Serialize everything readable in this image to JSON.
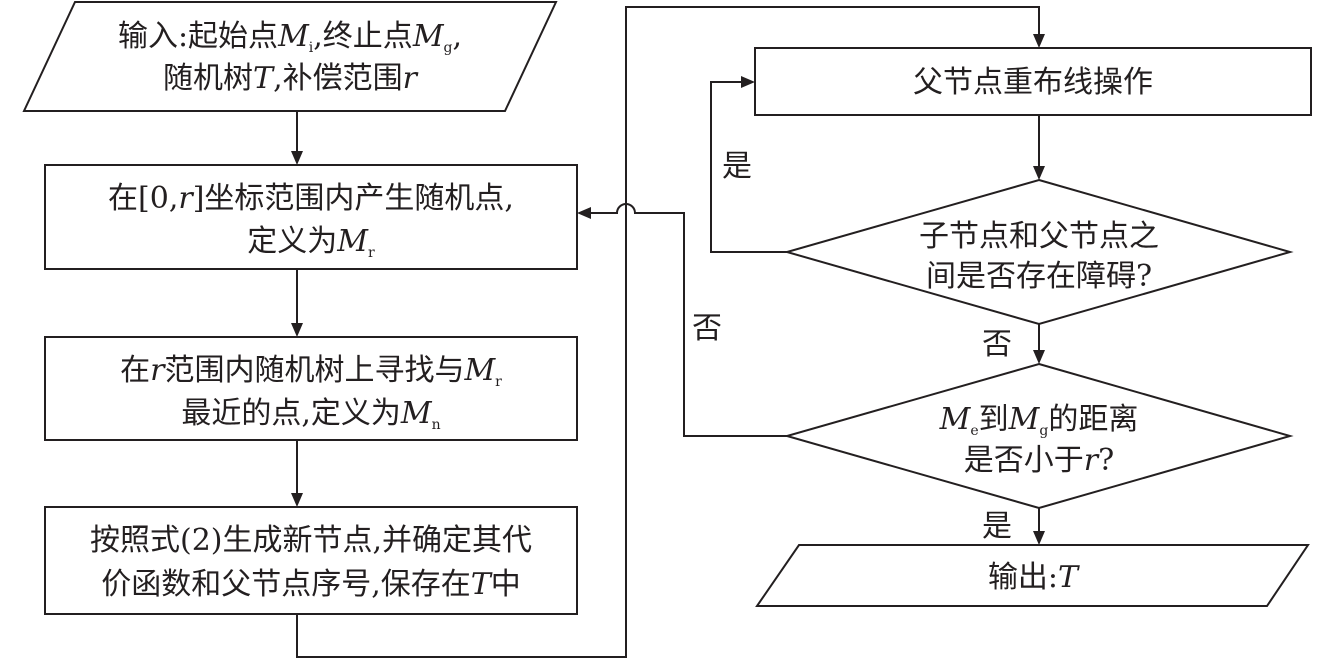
{
  "nodes": {
    "input": {
      "line1": [
        "输入:起始点",
        "M",
        "i",
        ",终止点",
        "M",
        "g",
        ","
      ],
      "line2": [
        "随机树",
        "T",
        ",补偿范围",
        "r"
      ]
    },
    "random_point": {
      "line1": [
        "在[0,",
        "r",
        "]坐标范围内产生随机点,"
      ],
      "line2": [
        "定义为",
        "M",
        "r"
      ]
    },
    "nearest": {
      "line1": [
        "在",
        "r",
        "范围内随机树上寻找与",
        "M",
        "r"
      ],
      "line2": [
        "最近的点,定义为",
        "M",
        "n"
      ]
    },
    "new_node": {
      "line1": "按照式(2)生成新节点,并确定其代",
      "line2": [
        "价函数和父节点序号,保存在",
        "T",
        "中"
      ]
    },
    "rewire": {
      "text": "父节点重布线操作"
    },
    "obstacle_check": {
      "line1": "子节点和父节点之",
      "line2": "间是否存在障碍?"
    },
    "distance_check": {
      "line1": [
        "M",
        "e",
        "到",
        "M",
        "g",
        "的距离"
      ],
      "line2": [
        "是否小于",
        "r",
        "?"
      ]
    },
    "output": {
      "text": [
        "输出:",
        "T"
      ]
    }
  },
  "edge_labels": {
    "obstacle_yes": "是",
    "obstacle_no": "否",
    "distance_no": "否",
    "distance_yes": "是"
  }
}
